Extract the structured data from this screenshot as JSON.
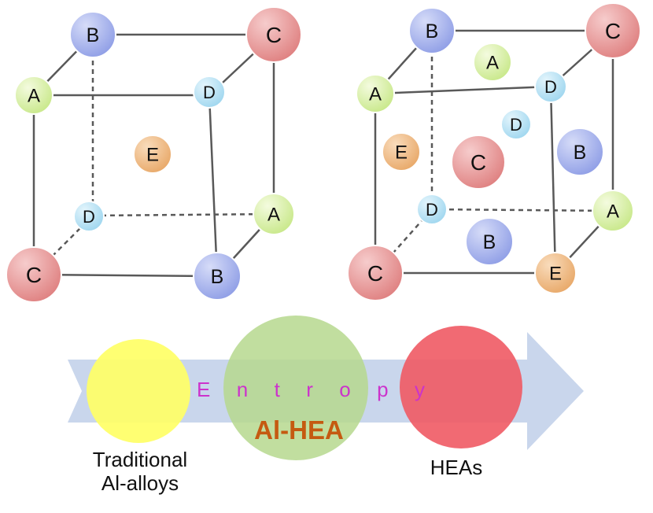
{
  "colors": {
    "A": "#d9f2a4",
    "B": "#a8b4ee",
    "C": "#ea9b9b",
    "D": "#bfe6f6",
    "E": "#f3c08e",
    "edge": "#595959",
    "arrow": "#c9d6ec",
    "trad_circle": "#ffff66",
    "alhea_circle": "#b6d88e",
    "hea_circle": "#f05a64",
    "entropy_text": "#cc33cc",
    "alhea_text": "#c55a11"
  },
  "left_cube": {
    "corners": {
      "A": "A",
      "B": "B",
      "C": "C",
      "D": "D",
      "E": "E"
    }
  },
  "right_cube": {
    "corners": {
      "A": "A",
      "B": "B",
      "C": "C",
      "D": "D",
      "E": "E"
    }
  },
  "arrow": {
    "label": "Entropy",
    "traditional_label_line1": "Traditional",
    "traditional_label_line2": "Al-alloys",
    "alhea_label": "Al-HEA",
    "heas_label": "HEAs"
  }
}
